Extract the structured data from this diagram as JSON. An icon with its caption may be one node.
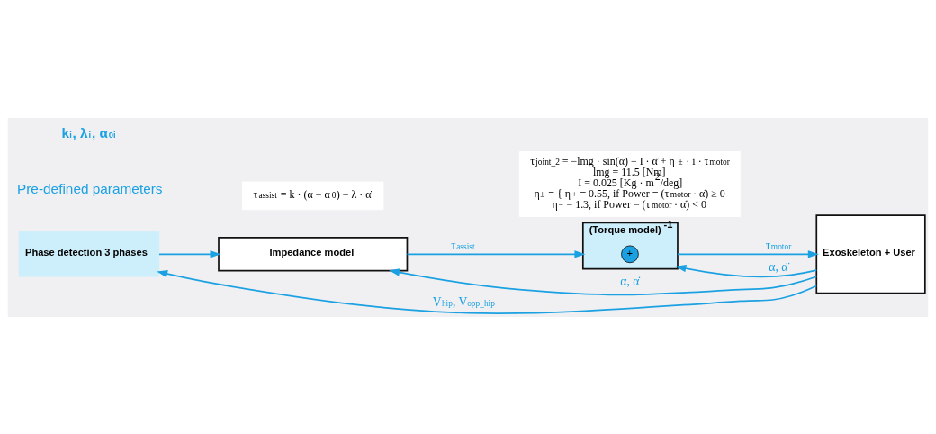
{
  "diagram": {
    "nodes": [
      {
        "text": [
          "Phase detection 3 phases"
        ]
      },
      {
        "text": [
          "Impedance model"
        ]
      },
      {
        "text": [
          "(Torque model)$^{-1}$"
        ]
      },
      {
        "text": [
          "+"
        ],
        "in": 2
      },
      {
        "text": [
          "Exoskeleton + User"
        ]
      },
      {
        "text": [
          "τ$_{assist}$ = k · (α − α$_{0}$) − λ · α̇"
        ]
      },
      {
        "text": [
          "τ$_{joint_2}$ = −lmg · sin(α) − I · α̈ + η$_{±}$ · i · τ$_{motor}$",
          "lmg = 11.5 [Nm]",
          "I = 0.025 [Kg · m$^{2}$/deg]",
          "η$_{±}$ = { η$_{+}$ = 0.55, if Power = (τ$_{motor}$ · α̇) ≥ 0",
          "η$_{−}$ = 1.3, if Power = (τ$_{motor}$ · α̇) < 0"
        ]
      }
    ],
    "edges": [
      {
        "from": 0,
        "to": 1,
        "arrow": "to"
      },
      {
        "from": 1,
        "to": 2,
        "arrow": "to",
        "label": "τ$_{assist}$"
      },
      {
        "from": 2,
        "to": 4,
        "arrow": "to",
        "label": "τ$_{motor}$"
      },
      {
        "from": 4,
        "to": 0,
        "arrow": "to",
        "label": "V$_{hip}$, V$_{opp_hip}$"
      },
      {
        "from": 4,
        "to": 2,
        "arrow": "to",
        "label": "α, α̈"
      },
      {
        "from": 4,
        "to": 1,
        "arrow": "to",
        "label": "α, α̇"
      }
    ],
    "labels": [
      "Pre-defined parameters",
      "k$_{i}$, λ$_{i}$, α$_{0i}$"
    ]
  }
}
